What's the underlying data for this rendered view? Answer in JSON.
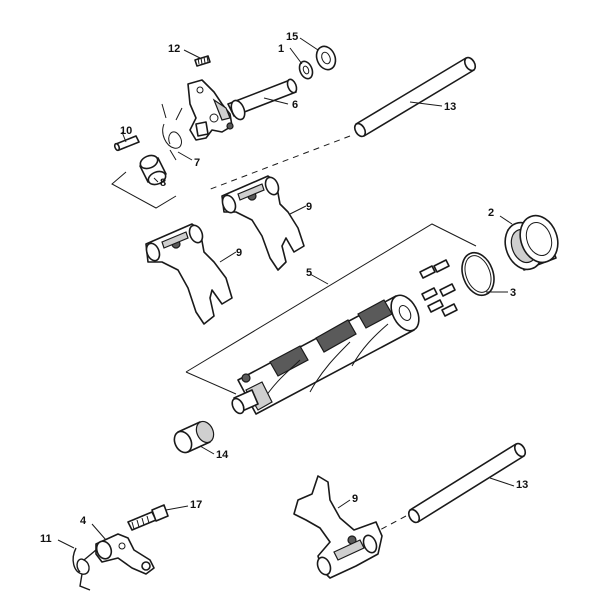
{
  "callouts": {
    "c1": "1",
    "c2": "2",
    "c3": "3",
    "c4": "4",
    "c5": "5",
    "c6": "6",
    "c7": "7",
    "c8": "8",
    "c9a": "9",
    "c9b": "9",
    "c9c": "9",
    "c10": "10",
    "c11": "11",
    "c12": "12",
    "c13a": "13",
    "c13b": "13",
    "c14": "14",
    "c15": "15",
    "c17": "17"
  }
}
